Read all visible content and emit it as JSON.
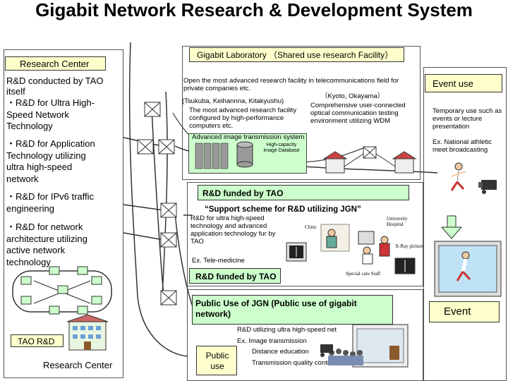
{
  "title": "Gigabit Network Research & Development System",
  "research_center": {
    "header": "Research Center",
    "item1_line1": "R&D conducted by TAO",
    "item1_line2": "itself",
    "item2": "・R&D for Ultra High-Speed Network Technology",
    "item3": "・R&D for Application Technology utilizing ultra high-speed network",
    "item4": "・R&D for IPv6 traffic engineering",
    "item5": "・R&D for network architecture utilizing active network technology",
    "tao_rd": "TAO R&D",
    "footer": "Research Center"
  },
  "gigabit_lab": {
    "header": "Gigabit Laboratory （Shared use research Facility）",
    "open_text": "Open the most advanced research facility in telecommunications field for private companies etc.",
    "kyoto": "（Kyoto, Okayama）",
    "kyoto_desc": "Comprehensive user-connected optical communication testing environment utilizing WDM",
    "tsukuba": "(Tsukuba, Keihannna, Kitakyushu)",
    "tsukuba_desc": "The most advanced research facility configured by high-performance computers etc.",
    "advanced_label": "Advanced image transmission system",
    "db_label": "High-capacity Image Database"
  },
  "event_use": {
    "header": "Event use",
    "desc1": "Temporary use such as events or lecture presentation",
    "desc2": "Ex. National athletic meet broadcasting"
  },
  "rd_funded": {
    "header": "R&D funded by TAO",
    "support": "“Support scheme for R&D utilizing JGN”",
    "desc": "R&D for ultra high-speed technology and advanced application technology fur by TAO",
    "clinic": "Clinic",
    "university": "University Hospital",
    "xray": "X-Ray picture",
    "special": "Special care Staff",
    "telemed": "Ex. Tele-medicine",
    "footer_label": "R&D funded by TAO"
  },
  "public_use": {
    "header": "Public Use of JGN (Public use of gigabit network)",
    "line1": "R&D utilizing ultra high-speed  net",
    "line2": "Ex.  Image transmission",
    "line3": "Distance education",
    "line4": "Transmission quality control etc.",
    "badge": "Public use"
  },
  "event_badge": "Event",
  "colors": {
    "yellow_label": "#ffffcc",
    "lab_fill": "#ffffcc",
    "green_box": "#ccffcc",
    "node_fill": "#ccffcc",
    "router_fill": "#ccffcc"
  }
}
